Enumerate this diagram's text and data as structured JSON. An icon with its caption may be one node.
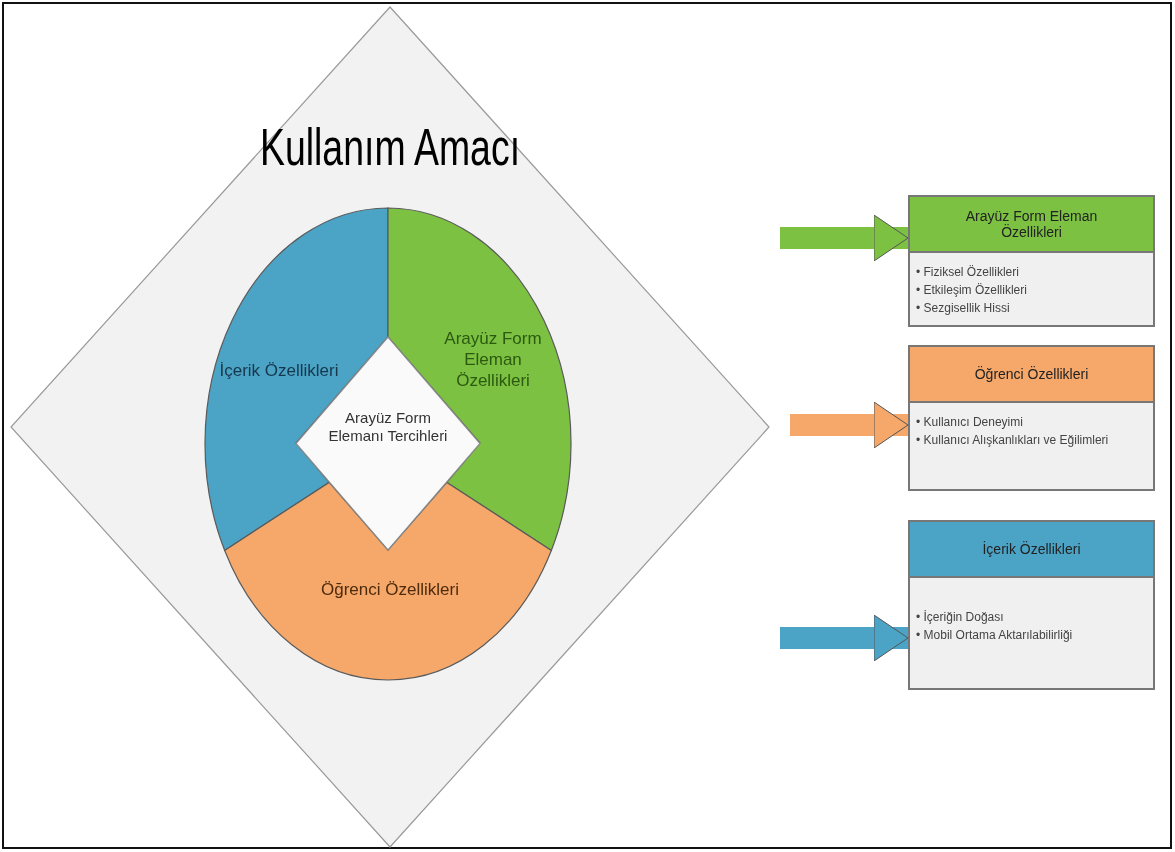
{
  "diagram": {
    "nodes": [
      {
        "text": [
          "Kullanım Amacı"
        ]
      },
      {
        "text": [
          "İçerik Özellikleri"
        ],
        "in": 0
      },
      {
        "text": [
          "Arayüz Form Eleman Özellikleri"
        ],
        "in": 0
      },
      {
        "text": [
          "Öğrenci Özellikleri"
        ],
        "in": 0
      },
      {
        "text": [
          "Arayüz Form Elemanı Tercihleri"
        ],
        "in": 0
      },
      {
        "text": [
          "Arayüz Form Eleman Özellikleri",
          "• Fiziksel Özellikleri",
          "• Etkileşim Özellikleri",
          "• Sezgisellik Hissi"
        ]
      },
      {
        "text": [
          "Öğrenci Özellikleri",
          "• Kullanıcı Deneyimi",
          "• Kullanıcı Alışkanlıkları ve Eğilimleri"
        ]
      },
      {
        "text": [
          "İçerik Özellikleri",
          "• İçeriğin Doğası",
          "• Mobil Ortama Aktarılabilirliği"
        ]
      }
    ],
    "edges": [
      {
        "from": null,
        "to": 5,
        "arrow": "to",
        "color": "#7cc142"
      },
      {
        "from": null,
        "to": 6,
        "arrow": "to",
        "color": "#f5a86a"
      },
      {
        "from": null,
        "to": 7,
        "arrow": "to",
        "color": "#4ba3c6"
      }
    ]
  }
}
